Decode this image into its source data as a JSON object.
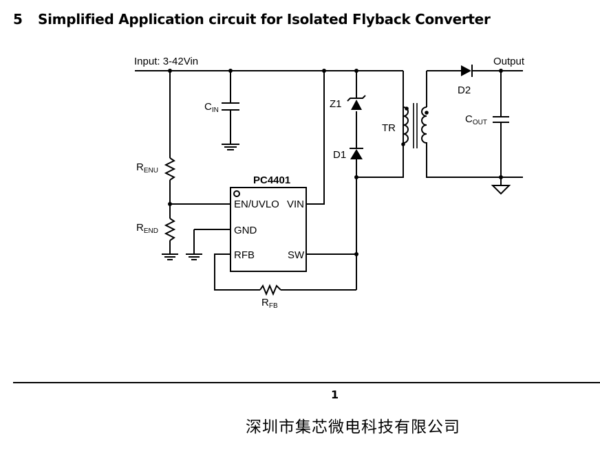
{
  "section": {
    "number": "5",
    "title": "Simplified Application circuit for Isolated Flyback Converter"
  },
  "circuit": {
    "input_label": "Input: 3-42Vin",
    "output_label": "Output",
    "ic_name": "PC4401",
    "pins": {
      "en_uvlo": "EN/UVLO",
      "vin": "VIN",
      "gnd": "GND",
      "rfb": "RFB",
      "sw": "SW"
    },
    "cin": {
      "main": "C",
      "sub": "IN"
    },
    "renu": {
      "main": "R",
      "sub": "ENU"
    },
    "rend": {
      "main": "R",
      "sub": "END"
    },
    "rfb_res": {
      "main": "R",
      "sub": "FB"
    },
    "cout": {
      "main": "C",
      "sub": "OUT"
    },
    "z1": "Z1",
    "d1": "D1",
    "d2": "D2",
    "tr": "TR"
  },
  "footer": {
    "page": "1",
    "company": "深圳市集芯微电科技有限公司"
  }
}
